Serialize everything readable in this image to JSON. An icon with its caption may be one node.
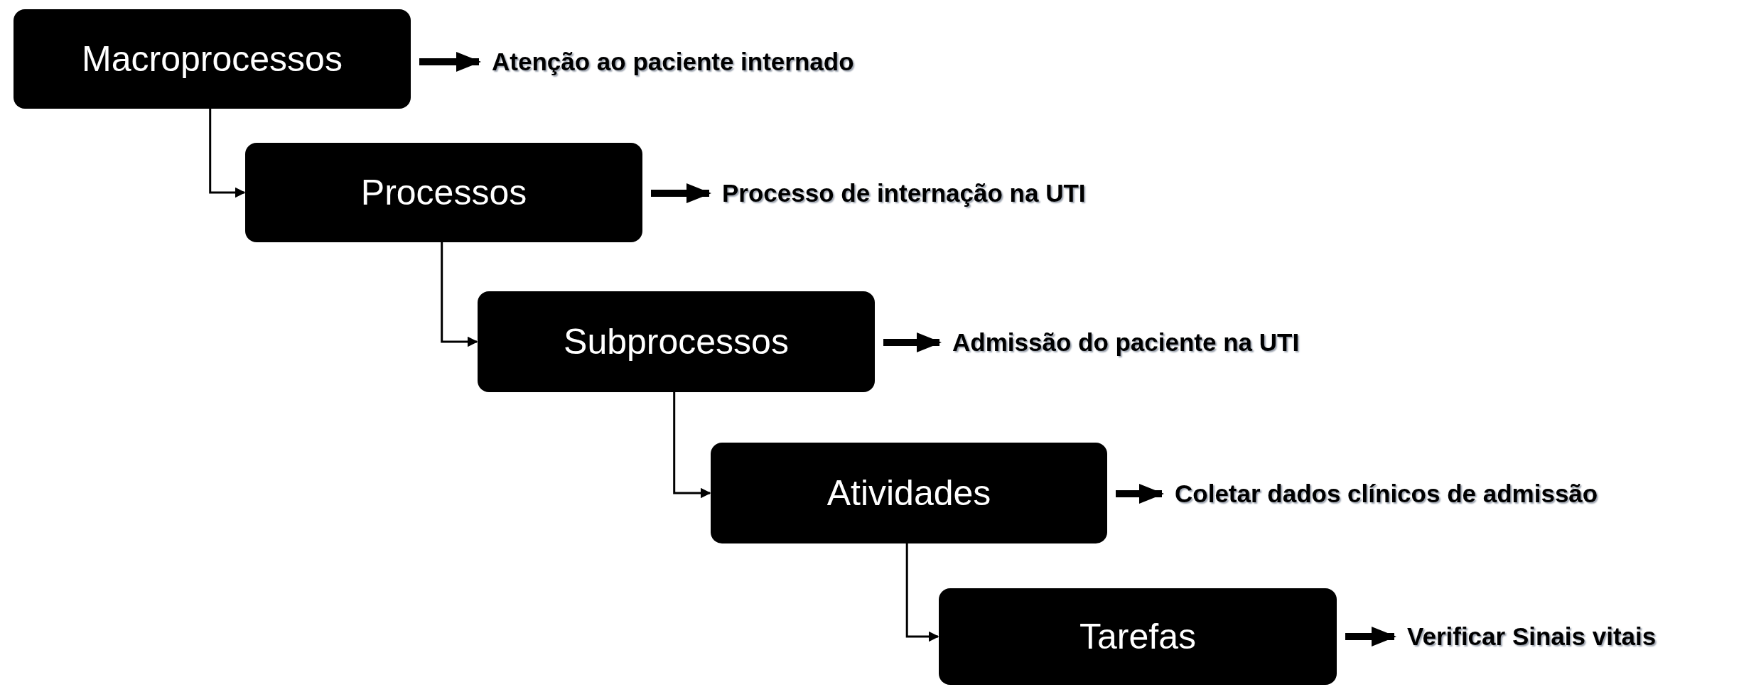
{
  "diagram": {
    "nodes": [
      {
        "text": [
          "Macroprocessos"
        ]
      },
      {
        "text": [
          "Atenção ao paciente internado"
        ]
      },
      {
        "text": [
          "Processos"
        ]
      },
      {
        "text": [
          "Processo de internação na UTI"
        ]
      },
      {
        "text": [
          "Subprocessos"
        ]
      },
      {
        "text": [
          "Admissão do paciente na UTI"
        ]
      },
      {
        "text": [
          "Atividades"
        ]
      },
      {
        "text": [
          "Coletar dados clínicos de admissão"
        ]
      },
      {
        "text": [
          "Tarefas"
        ]
      },
      {
        "text": [
          "Verificar Sinais vitais"
        ]
      }
    ],
    "edges": [
      {
        "from": 0,
        "to": 1,
        "arrow": "to"
      },
      {
        "from": 0,
        "to": 2,
        "arrow": "to"
      },
      {
        "from": 2,
        "to": 3,
        "arrow": "to"
      },
      {
        "from": 2,
        "to": 4,
        "arrow": "to"
      },
      {
        "from": 4,
        "to": 5,
        "arrow": "to"
      },
      {
        "from": 4,
        "to": 6,
        "arrow": "to"
      },
      {
        "from": 6,
        "to": 7,
        "arrow": "to"
      },
      {
        "from": 6,
        "to": 8,
        "arrow": "to"
      },
      {
        "from": 8,
        "to": 9,
        "arrow": "to"
      }
    ]
  }
}
